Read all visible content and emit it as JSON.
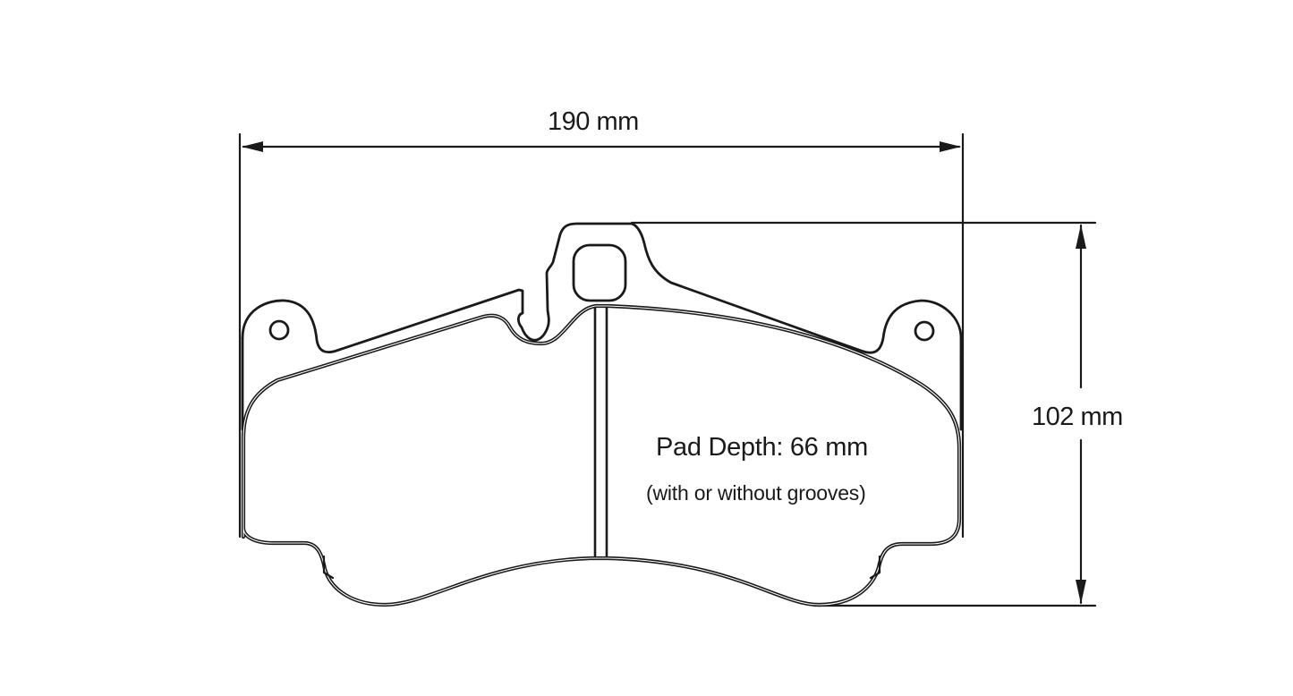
{
  "diagram": {
    "subject": "brake pad outline",
    "colors": {
      "line": "#1a1a1a",
      "background": "#ffffff"
    },
    "dimensions": {
      "width": {
        "label": "190 mm",
        "value": 190,
        "unit": "mm"
      },
      "height": {
        "label": "102 mm",
        "value": 102,
        "unit": "mm"
      },
      "depth": {
        "label": "Pad Depth: 66 mm",
        "value": 66,
        "unit": "mm",
        "note": "(with or without grooves)"
      }
    }
  }
}
